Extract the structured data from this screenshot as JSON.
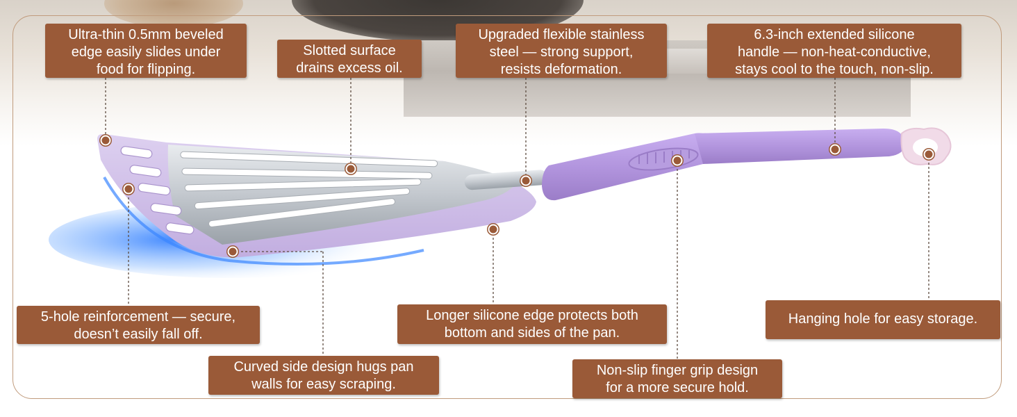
{
  "callouts": {
    "beveled_edge": "Ultra-thin 0.5mm beveled\nedge easily slides under\nfood for flipping.",
    "slotted_surface": "Slotted surface\ndrains excess oil.",
    "stainless_steel": "Upgraded flexible stainless\nsteel — strong support,\nresists deformation.",
    "handle": "6.3-inch extended silicone\nhandle — non-heat-conductive,\nstays cool to the touch, non-slip.",
    "five_hole": "5-hole reinforcement — secure,\ndoesn’t easily fall off.",
    "curved_side": "Curved side design hugs pan\nwalls for easy scraping.",
    "silicone_edge": "Longer silicone edge protects both\nbottom and sides of the pan.",
    "finger_grip": "Non-slip finger grip design\nfor a more secure hold.",
    "hanging_hole": "Hanging hole for easy storage."
  },
  "colors": {
    "callout_bg": "#9a5a38",
    "silicone": "#c9b7e4",
    "handle": "#b89ad8",
    "steel": "#cfd3d8",
    "glow": "#3f8cff"
  }
}
